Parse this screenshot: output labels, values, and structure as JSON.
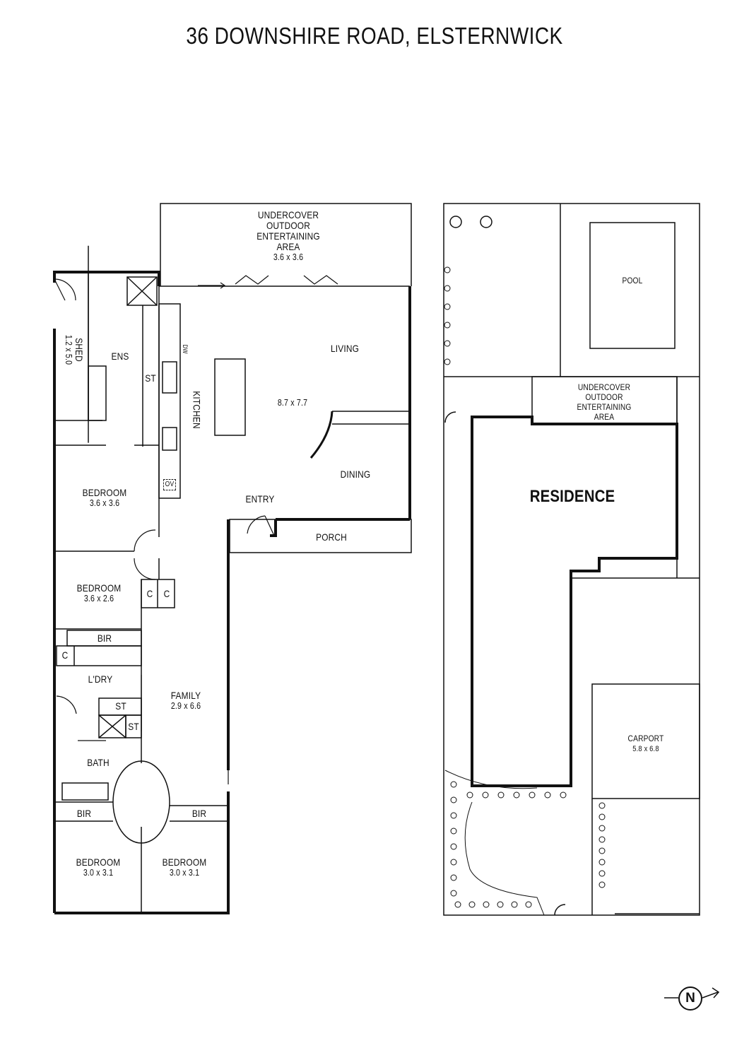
{
  "title": "36 DOWNSHIRE ROAD, ELSTERNWICK",
  "floor_plan": {
    "outdoor": {
      "label": "UNDERCOVER\nOUTDOOR\nENTERTAINING\nAREA",
      "l1": "UNDERCOVER",
      "l2": "OUTDOOR",
      "l3": "ENTERTAINING",
      "l4": "AREA",
      "dims": "3.6 x 3.6"
    },
    "shed": {
      "label": "SHED",
      "dims": "1.2 x 5.0"
    },
    "ens": {
      "label": "ENS"
    },
    "st1": {
      "label": "ST"
    },
    "kitchen": {
      "label": "KITCHEN"
    },
    "dw": {
      "label": "DW"
    },
    "ov": {
      "label": "OV"
    },
    "living": {
      "label": "LIVING"
    },
    "main_dims": "8.7 x 7.7",
    "dining": {
      "label": "DINING"
    },
    "entry": {
      "label": "ENTRY"
    },
    "porch": {
      "label": "PORCH"
    },
    "bedroom1": {
      "label": "BEDROOM",
      "dims": "3.6 x 3.6"
    },
    "bedroom2": {
      "label": "BEDROOM",
      "dims": "3.6 x 2.6"
    },
    "c1": "C",
    "c2": "C",
    "c3": "C",
    "bir1": "BIR",
    "bir2": "BIR",
    "bir3": "BIR",
    "laundry": {
      "label": "L'DRY"
    },
    "st2": "ST",
    "st3": "ST",
    "bath": {
      "label": "BATH"
    },
    "family": {
      "label": "FAMILY",
      "dims": "2.9 x 6.6"
    },
    "bedroom3": {
      "label": "BEDROOM",
      "dims": "3.0 x 3.1"
    },
    "bedroom4": {
      "label": "BEDROOM",
      "dims": "3.0 x 3.1"
    }
  },
  "site_plan": {
    "pool": "POOL",
    "outdoor": {
      "l1": "UNDERCOVER",
      "l2": "OUTDOOR",
      "l3": "ENTERTAINING",
      "l4": "AREA"
    },
    "residence": "RESIDENCE",
    "carport": {
      "label": "CARPORT",
      "dims": "5.8 x 6.8"
    }
  },
  "compass": {
    "label": "N"
  }
}
